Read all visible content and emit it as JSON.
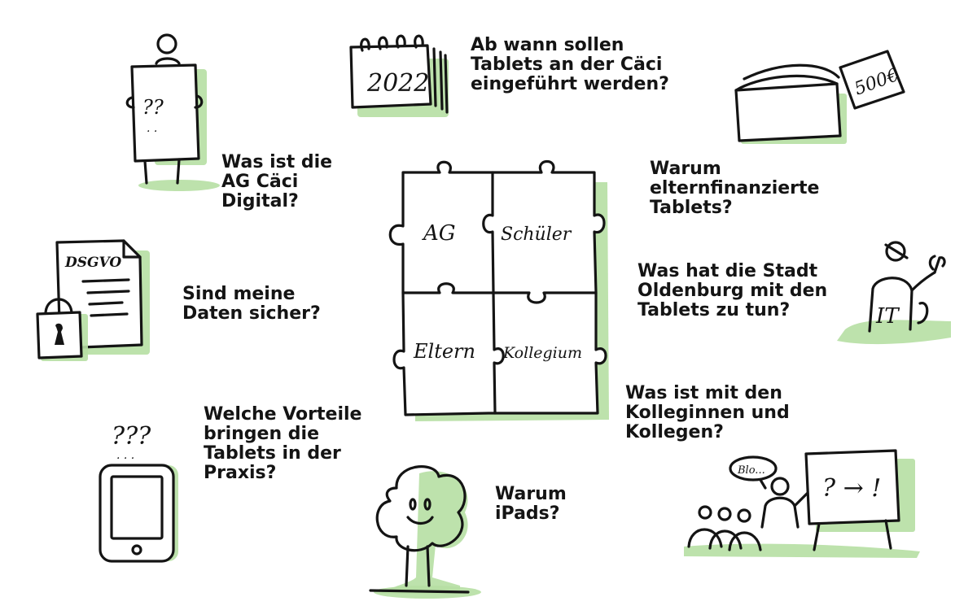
{
  "questions": {
    "intro": "Ab wann sollen\nTablets an der Cäci\neingeführt werden?",
    "ag": "Was ist die\nAG Cäci\nDigital?",
    "finance": "Warum\nelternfinanzierte\nTablets?",
    "stadt": "Was hat die Stadt\nOldenburg mit den\nTablets zu tun?",
    "daten": "Sind meine\nDaten sicher?",
    "kollegen": "Was ist mit den\nKolleginnen und\nKollegen?",
    "vorteile": "Welche Vorteile\nbringen die\nTablets in der\nPraxis?",
    "ipads": "Warum\niPads?"
  },
  "puzzle": {
    "pieces": [
      "AG",
      "Schüler",
      "Eltern",
      "Kollegium"
    ]
  },
  "sketch_labels": {
    "calendar_year": "2022",
    "money": "500€",
    "dsgvo": "DSGVO",
    "person_marks": "??",
    "tablet_marks": "???",
    "it_label": "IT",
    "speech_bubble": "Blo...",
    "whiteboard": "? → !"
  },
  "colors": {
    "accent_green": "#b6dfa3",
    "ink": "#141414",
    "background": "#ffffff"
  }
}
